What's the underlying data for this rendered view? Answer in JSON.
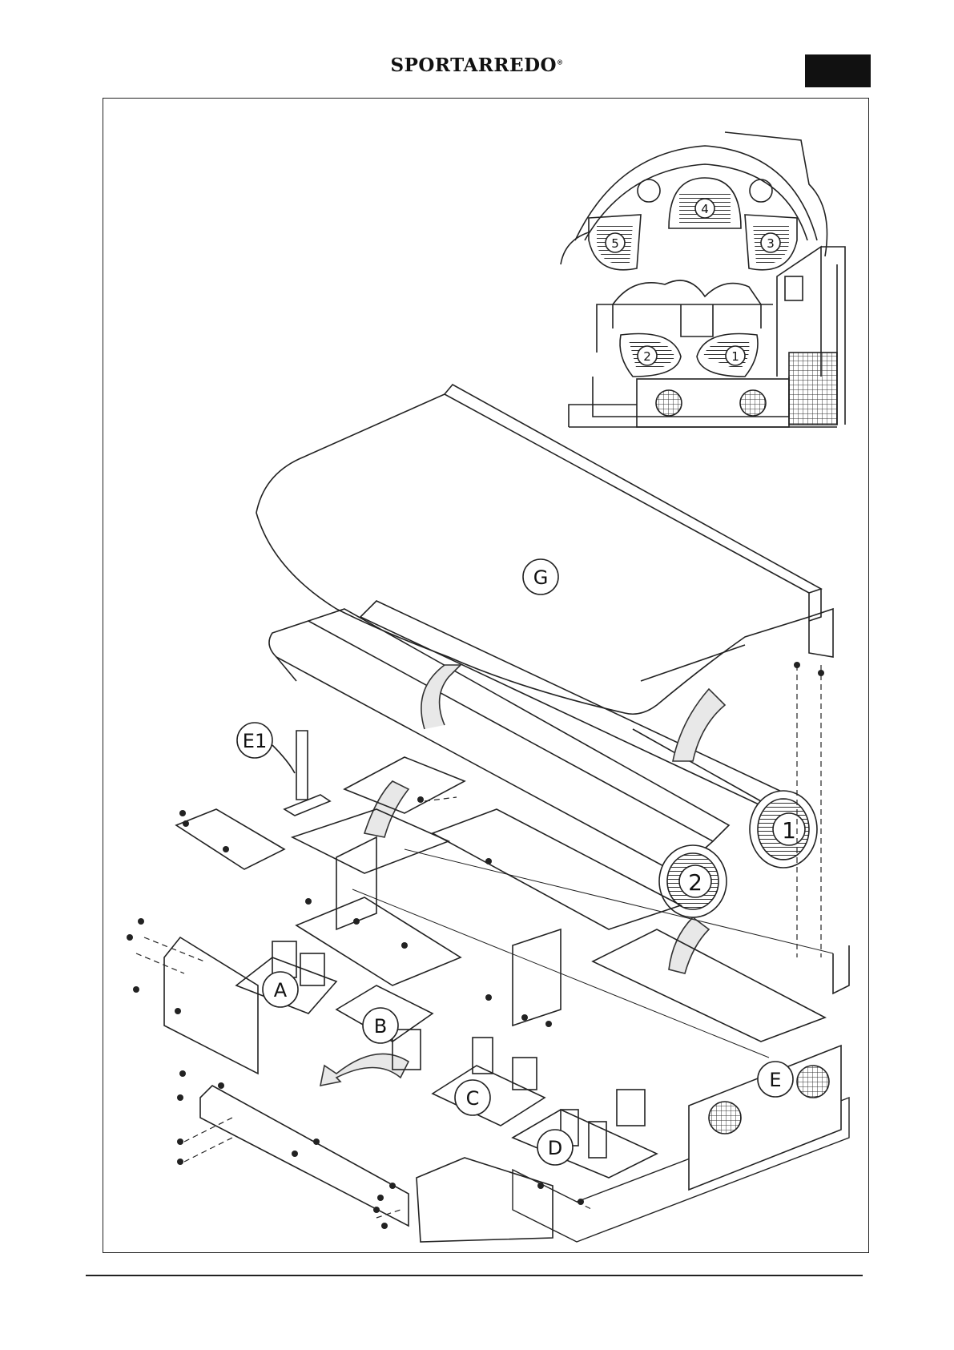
{
  "header": {
    "brand": "SPORTARREDO",
    "brand_mark": "®"
  },
  "top_view": {
    "lamp_labels": [
      "1",
      "2",
      "3",
      "4",
      "5"
    ]
  },
  "exploded_view": {
    "part_labels": {
      "G": "G",
      "E1": "E1",
      "A": "A",
      "B": "B",
      "C": "C",
      "D": "D",
      "E": "E",
      "lamp_1": "1",
      "lamp_2": "2"
    }
  },
  "colors": {
    "ink": "#111111",
    "paper": "#ffffff",
    "shade": "#cfcfcf"
  }
}
